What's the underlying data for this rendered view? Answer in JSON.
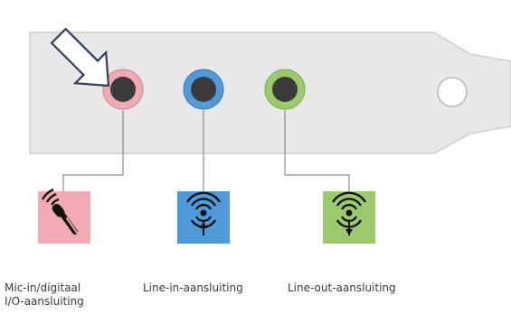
{
  "colors": {
    "bracket_fill": "#e8e8e8",
    "bracket_stroke": "#cdcdcd",
    "mic_accent": "#f2aab3",
    "line_in_accent": "#4f9ad8",
    "line_out_accent": "#9ccb6d",
    "jack_core": "#3a3a3a",
    "connector_line": "#8c8c8c",
    "label_text": "#3b3b3b"
  },
  "ports": [
    {
      "id": "mic-in",
      "icon": "microphone-icon",
      "label": "Mic-in/digitaal\nI/O-aansluiting",
      "highlighted": true
    },
    {
      "id": "line-in",
      "icon": "line-in-icon",
      "label": "Line-in-aansluiting",
      "highlighted": false
    },
    {
      "id": "line-out",
      "icon": "line-out-icon",
      "label": "Line-out-aansluiting",
      "highlighted": false
    }
  ]
}
